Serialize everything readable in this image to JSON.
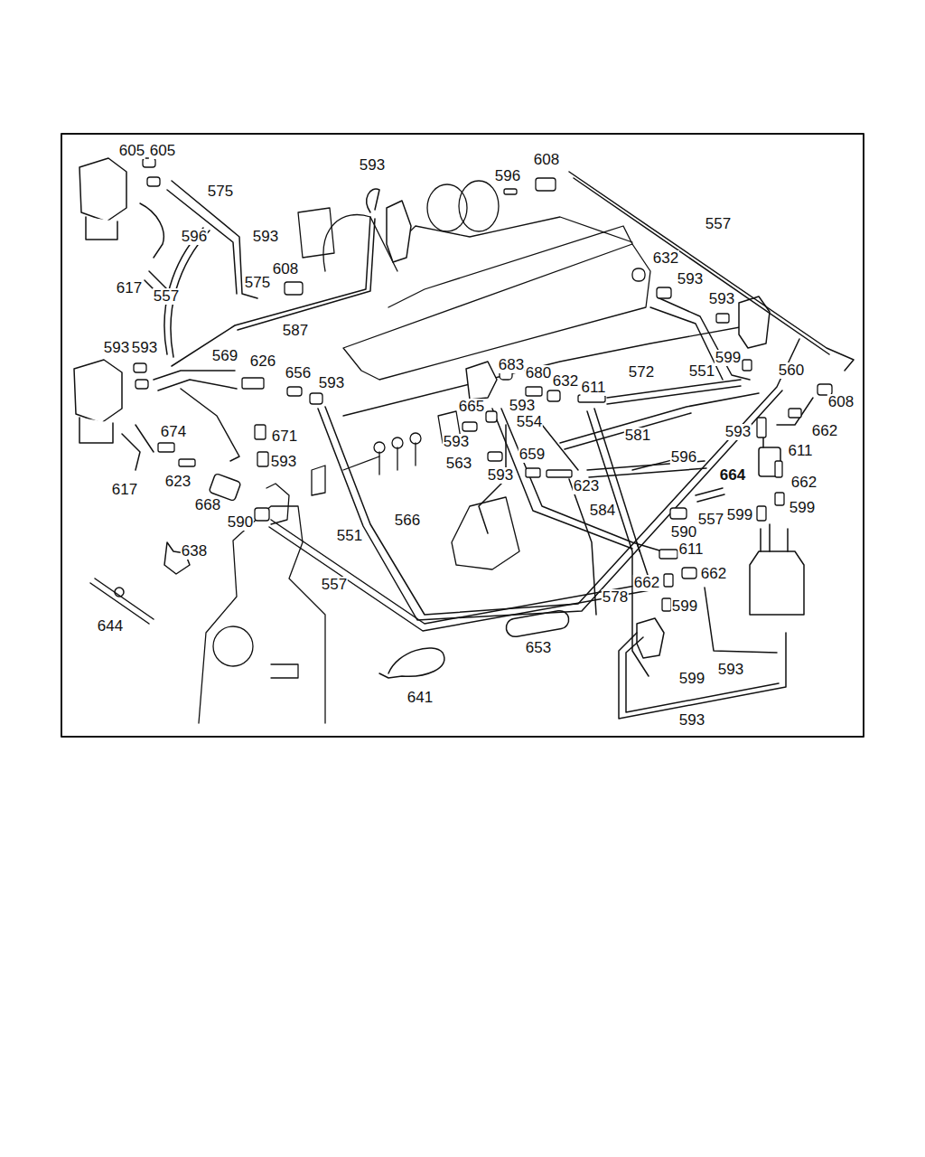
{
  "diagram": {
    "labels": [
      "605",
      "605",
      "575",
      "593",
      "596",
      "608",
      "557",
      "596",
      "593",
      "608",
      "575",
      "617",
      "557",
      "632",
      "593",
      "593",
      "587",
      "593",
      "593",
      "569",
      "626",
      "656",
      "593",
      "683",
      "680",
      "632",
      "611",
      "572",
      "551",
      "599",
      "560",
      "608",
      "665",
      "593",
      "554",
      "662",
      "671",
      "674",
      "593",
      "581",
      "593",
      "611",
      "596",
      "593",
      "563",
      "593",
      "659",
      "623",
      "623",
      "664",
      "662",
      "668",
      "584",
      "599",
      "599",
      "590",
      "557",
      "590",
      "551",
      "566",
      "617",
      "638",
      "611",
      "662",
      "662",
      "557",
      "578",
      "599",
      "644",
      "653",
      "593",
      "599",
      "641",
      "593"
    ]
  }
}
